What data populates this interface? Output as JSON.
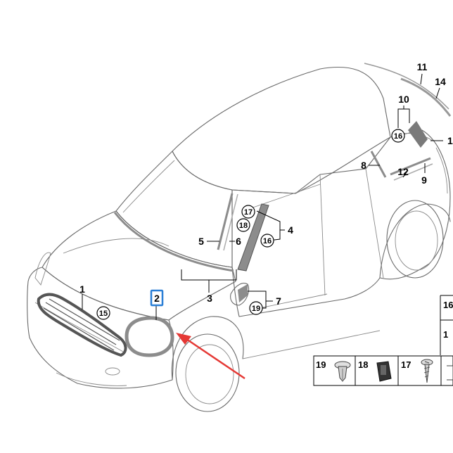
{
  "labels": {
    "p1": "1",
    "p2": "2",
    "p3": "3",
    "p4": "4",
    "p5": "5",
    "p6": "6",
    "p7": "7",
    "p8": "8",
    "p9": "9",
    "p10": "10",
    "p11": "11",
    "p12": "12",
    "p14": "14",
    "p15": "15",
    "p16a": "16",
    "p16b": "16",
    "p17": "17",
    "p18": "18",
    "p19": "19",
    "p13_partial": "1",
    "legend_19": "19",
    "legend_18": "18",
    "legend_17": "17",
    "legend_16": "16",
    "legend_1x": "1"
  },
  "colors": {
    "highlight_box": "#2a7fd6",
    "arrow": "#e53935",
    "grille": "#555555",
    "part_gray": "#8c8c8c"
  }
}
